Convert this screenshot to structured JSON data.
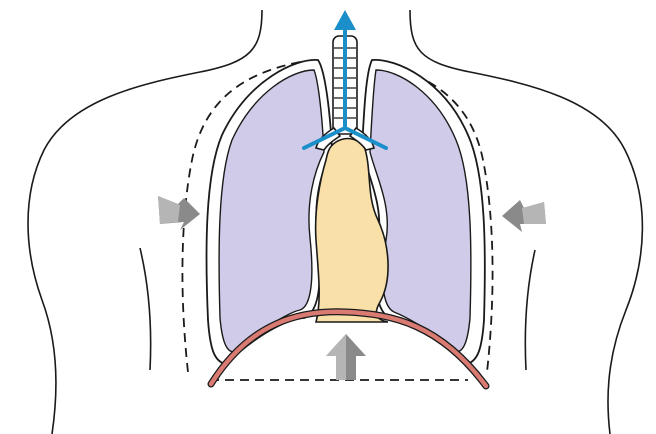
{
  "diagram": {
    "subject": "exhalation",
    "colors": {
      "outline": "#1a1a1a",
      "lung_fill": "#cfcbe8",
      "heart_fill": "#f8e0a8",
      "diaphragm": "#d97b72",
      "airflow_arrow": "#1a8fc9",
      "force_arrow": "#8a8a8a",
      "background": "#ffffff"
    },
    "elements": [
      {
        "name": "torso-outline",
        "icon": "body-outline"
      },
      {
        "name": "trachea",
        "icon": "trachea"
      },
      {
        "name": "lung-left",
        "icon": "lung"
      },
      {
        "name": "lung-right",
        "icon": "lung"
      },
      {
        "name": "heart-mediastinum",
        "icon": "heart"
      },
      {
        "name": "diaphragm",
        "icon": "diaphragm-curve"
      },
      {
        "name": "chest-wall-dashed-outline",
        "icon": "dashed-outline"
      },
      {
        "name": "airflow-out-arrow",
        "icon": "arrow-up"
      },
      {
        "name": "force-arrow-left",
        "icon": "arrow-right"
      },
      {
        "name": "force-arrow-right",
        "icon": "arrow-left"
      },
      {
        "name": "force-arrow-bottom",
        "icon": "arrow-up"
      }
    ]
  }
}
